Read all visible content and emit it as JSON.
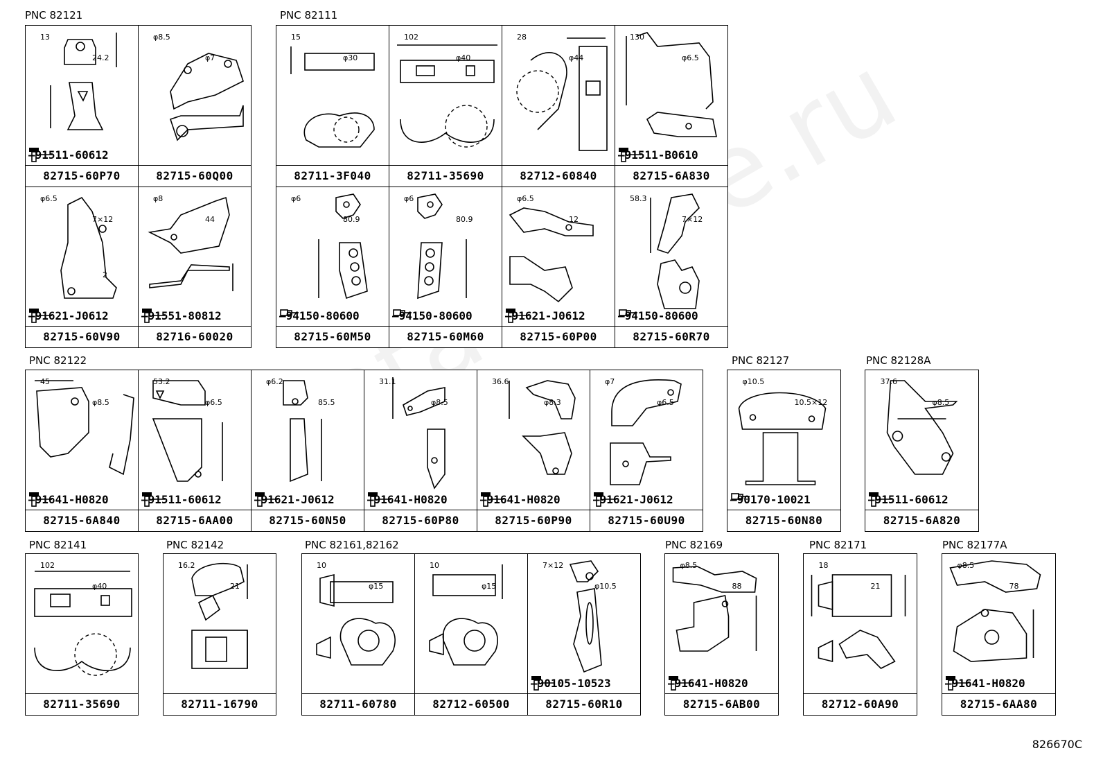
{
  "watermark": "ToyotaOnline.ru",
  "groups": [
    {
      "id": "g1",
      "label": "PNC 82121"
    },
    {
      "id": "g2",
      "label": "PNC 82111"
    },
    {
      "id": "g3",
      "label": "PNC 82122"
    },
    {
      "id": "g4",
      "label": "PNC 82127"
    },
    {
      "id": "g5",
      "label": "PNC 82128A"
    },
    {
      "id": "g6",
      "label": "PNC 82141"
    },
    {
      "id": "g7",
      "label": "PNC 82142"
    },
    {
      "id": "g8",
      "label": "PNC 82161,82162"
    },
    {
      "id": "g9",
      "label": "PNC 82169"
    },
    {
      "id": "g10",
      "label": "PNC 82171"
    },
    {
      "id": "g11",
      "label": "PNC 82177A"
    }
  ],
  "cells": [
    {
      "part": "82715-60P70",
      "bolt": "91511-60612",
      "bolt_type": "bolt",
      "dims": [
        "13",
        "24.2"
      ]
    },
    {
      "part": "82715-60Q00",
      "bolt": "",
      "bolt_type": "",
      "dims": [
        "φ8.5",
        "φ7"
      ]
    },
    {
      "part": "82711-3F040",
      "bolt": "",
      "bolt_type": "",
      "dims": [
        "15",
        "φ30"
      ]
    },
    {
      "part": "82711-35690",
      "bolt": "",
      "bolt_type": "",
      "dims": [
        "102",
        "φ40"
      ]
    },
    {
      "part": "82712-60840",
      "bolt": "",
      "bolt_type": "",
      "dims": [
        "28",
        "φ44"
      ]
    },
    {
      "part": "82715-6A830",
      "bolt": "91511-B0610",
      "bolt_type": "bolt",
      "dims": [
        "130",
        "φ6.5"
      ]
    },
    {
      "part": "82715-60V90",
      "bolt": "91621-J0612",
      "bolt_type": "bolt",
      "dims": [
        "φ6.5",
        "7×12",
        "2"
      ]
    },
    {
      "part": "82716-60020",
      "bolt": "91551-80812",
      "bolt_type": "bolt",
      "dims": [
        "φ8",
        "44"
      ]
    },
    {
      "part": "82715-60M50",
      "bolt": "94150-80600",
      "bolt_type": "nut",
      "dims": [
        "φ6",
        "80.9"
      ]
    },
    {
      "part": "82715-60M60",
      "bolt": "94150-80600",
      "bolt_type": "nut",
      "dims": [
        "φ6",
        "80.9"
      ]
    },
    {
      "part": "82715-60P00",
      "bolt": "91621-J0612",
      "bolt_type": "bolt",
      "dims": [
        "φ6.5",
        "12"
      ]
    },
    {
      "part": "82715-60R70",
      "bolt": "94150-80600",
      "bolt_type": "nut",
      "dims": [
        "58.3",
        "7×12"
      ]
    },
    {
      "part": "82715-6A840",
      "bolt": "91641-H0820",
      "bolt_type": "bolt",
      "dims": [
        "45",
        "φ8.5"
      ]
    },
    {
      "part": "82715-6AA00",
      "bolt": "91511-60612",
      "bolt_type": "bolt",
      "dims": [
        "53.2",
        "φ6.5"
      ]
    },
    {
      "part": "82715-60N50",
      "bolt": "91621-J0612",
      "bolt_type": "bolt",
      "dims": [
        "φ6.2",
        "85.5"
      ]
    },
    {
      "part": "82715-60P80",
      "bolt": "91641-H0820",
      "bolt_type": "bolt",
      "dims": [
        "31.1",
        "φ8.5"
      ]
    },
    {
      "part": "82715-60P90",
      "bolt": "91641-H0820",
      "bolt_type": "bolt",
      "dims": [
        "36.6",
        "φ8.3"
      ]
    },
    {
      "part": "82715-60U90",
      "bolt": "91621-J0612",
      "bolt_type": "bolt",
      "dims": [
        "φ7",
        "φ6.5"
      ]
    },
    {
      "part": "82715-60N80",
      "bolt": "90170-10021",
      "bolt_type": "nut",
      "dims": [
        "φ10.5",
        "10.5×12"
      ]
    },
    {
      "part": "82715-6A820",
      "bolt": "91511-60612",
      "bolt_type": "bolt",
      "dims": [
        "37.6",
        "φ8.5"
      ]
    },
    {
      "part": "82711-35690",
      "bolt": "",
      "bolt_type": "",
      "dims": [
        "102",
        "φ40"
      ]
    },
    {
      "part": "82711-16790",
      "bolt": "",
      "bolt_type": "",
      "dims": [
        "16.2",
        "21"
      ]
    },
    {
      "part": "82711-60780",
      "bolt": "",
      "bolt_type": "",
      "dims": [
        "10",
        "φ15"
      ]
    },
    {
      "part": "82712-60500",
      "bolt": "",
      "bolt_type": "",
      "dims": [
        "10",
        "φ15"
      ]
    },
    {
      "part": "82715-60R10",
      "bolt": "90105-10523",
      "bolt_type": "bolt",
      "dims": [
        "7×12",
        "φ10.5"
      ]
    },
    {
      "part": "82715-6AB00",
      "bolt": "91641-H0820",
      "bolt_type": "bolt",
      "dims": [
        "φ8.5",
        "88"
      ]
    },
    {
      "part": "82712-60A90",
      "bolt": "",
      "bolt_type": "",
      "dims": [
        "18",
        "21"
      ]
    },
    {
      "part": "82715-6AA80",
      "bolt": "91641-H0820",
      "bolt_type": "bolt",
      "dims": [
        "φ8.5",
        "78"
      ]
    }
  ],
  "reference": "826670C"
}
